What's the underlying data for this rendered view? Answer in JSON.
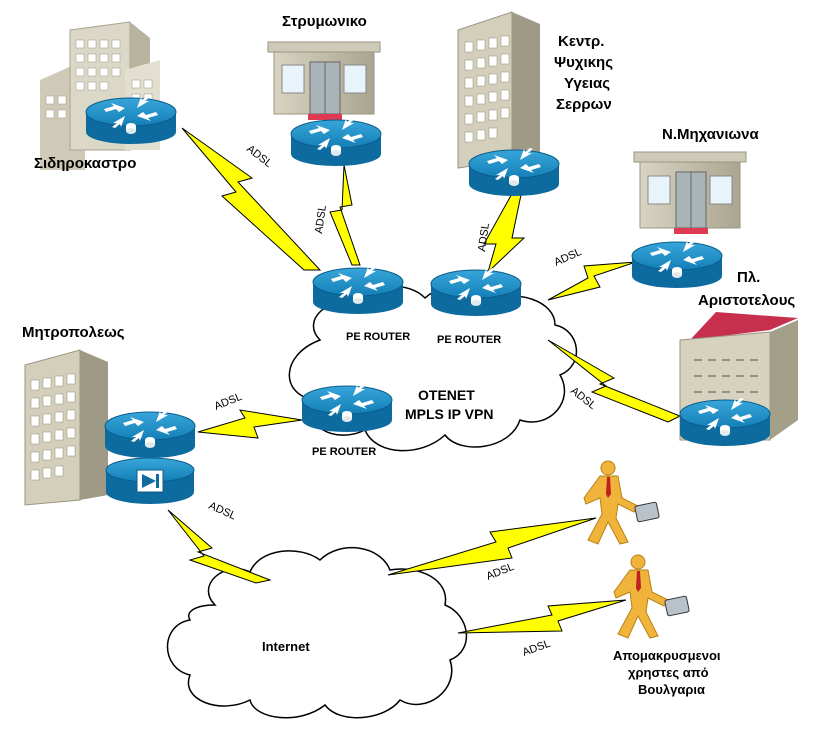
{
  "sites": {
    "sidirokastro": "Σιδηροκαστρο",
    "strymoniko": "Στρυμωνικο",
    "kentro_line1": "Κεντρ.",
    "kentro_line2": "Ψυχικης",
    "kentro_line3": "Υγειας",
    "kentro_line4": "Σερρων",
    "n_mixaniona": "Ν.Μηχανιωνα",
    "aristotelous_line1": "Πλ.",
    "aristotelous_line2": "Αριστοτελους",
    "mitropoleos": "Μητροπολεως"
  },
  "cloud": {
    "name_line1": "OTENET",
    "name_line2": "MPLS IP VPN",
    "internet": "Internet"
  },
  "routers": {
    "pe_left": "PE ROUTER",
    "pe_right": "PE ROUTER",
    "pe_bottom": "PE ROUTER"
  },
  "links": {
    "l1": "ADSL",
    "l2": "ADSL",
    "l3": "ADSL",
    "l4": "ADSL",
    "l5": "ADSL",
    "l6": "ADSL",
    "l7": "ADSL",
    "l8": "ADSL",
    "l9": "ADSL"
  },
  "remote_users": {
    "line1": "Απομακρυσμενοι",
    "line2": "χρηστες από",
    "line3": "Βουλγαρια"
  },
  "colors": {
    "router_top": "#1a8bc4",
    "router_side": "#0d6b9f",
    "bolt": "#ffff00",
    "building": "#d7d2c0"
  }
}
